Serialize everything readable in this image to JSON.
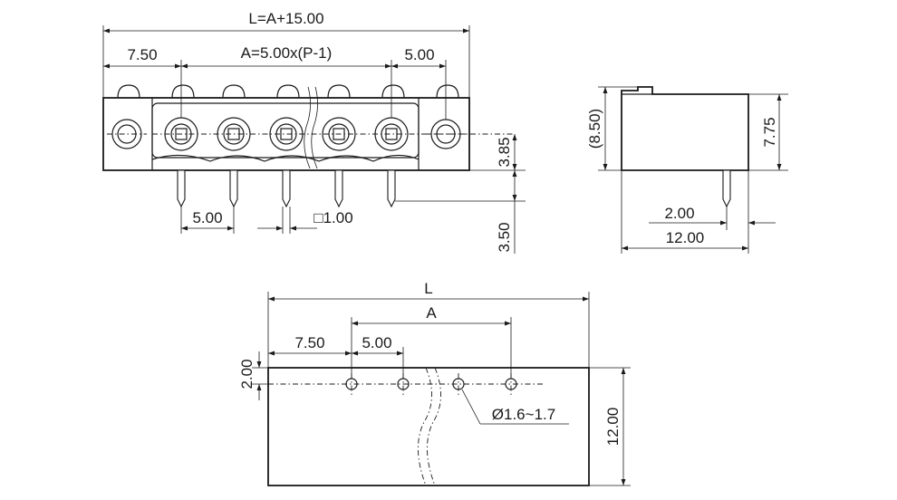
{
  "front_view": {
    "dim_total_length": "L=A+15.00",
    "dim_pitch_span": "A=5.00x(P-1)",
    "dim_left_offset": "7.50",
    "dim_right_offset": "5.00",
    "dim_pitch": "5.00",
    "dim_pin_square": "□1.00",
    "dim_height_upper": "3.85",
    "dim_pin_length": "3.50"
  },
  "side_view": {
    "dim_overall_height": "(8.50)",
    "dim_body_height": "7.75",
    "dim_pin_offset": "2.00",
    "dim_depth": "12.00"
  },
  "pcb_layout": {
    "dim_length": "L",
    "dim_span": "A",
    "dim_left_offset": "7.50",
    "dim_pitch": "5.00",
    "dim_row_offset": "2.00",
    "dim_height": "12.00",
    "dim_hole_diameter": "Ø1.6~1.7"
  }
}
